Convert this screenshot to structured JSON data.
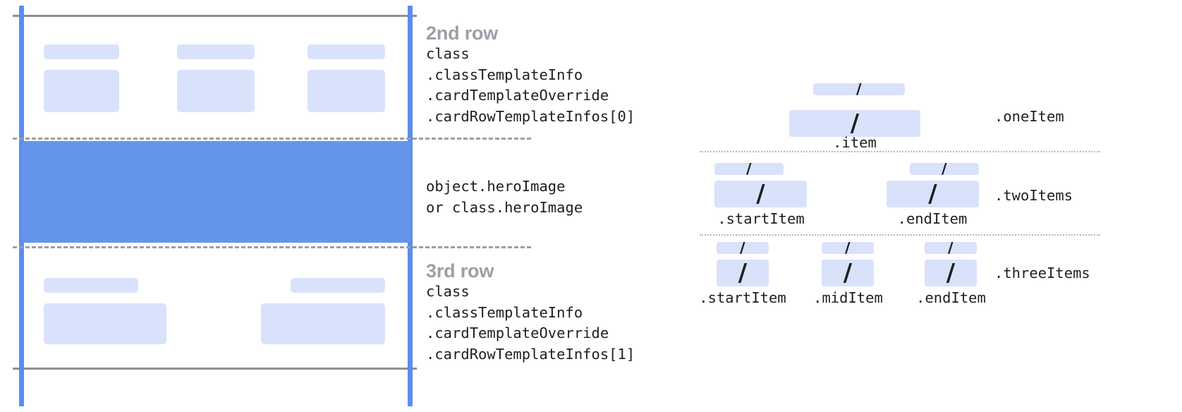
{
  "diagram": {
    "title": "Card row template and item layout diagram",
    "colors": {
      "rail_blue": "#5b8def",
      "hero_blue": "#6395ec",
      "placeholder_blue": "#d9e2fb",
      "line_gray": "#8a8f95",
      "dash_gray": "#9aa0a6",
      "dotted_gray": "#b5b9bd",
      "heading_gray": "#9aa0a6",
      "code_black": "#1f1f1f"
    }
  },
  "card_frame": {
    "rows": [
      {
        "id": "second-row",
        "heading": "2nd row",
        "code_lines": [
          "class",
          ".classTemplateInfo",
          ".cardTemplateOverride",
          ".cardRowTemplateInfos[0]"
        ],
        "placeholders": [
          {
            "label_bar": true,
            "body_box": true
          },
          {
            "label_bar": true,
            "body_box": true
          },
          {
            "label_bar": true,
            "body_box": true
          }
        ]
      },
      {
        "id": "hero-row",
        "heading": "",
        "code_lines": [
          "object.heroImage",
          "or class.heroImage"
        ]
      },
      {
        "id": "third-row",
        "heading": "3rd row",
        "code_lines": [
          "class",
          ".classTemplateInfo",
          ".cardTemplateOverride",
          ".cardRowTemplateInfos[1]"
        ],
        "placeholders": [
          {
            "label_bar": true,
            "body_box": true
          },
          {
            "label_bar": true,
            "body_box": true
          }
        ]
      }
    ]
  },
  "items_panel": {
    "groups": [
      {
        "id": "one-item",
        "label": ".oneItem",
        "slots": [
          {
            "sub_label": ".item",
            "slash": "/"
          }
        ]
      },
      {
        "id": "two-items",
        "label": ".twoItems",
        "slots": [
          {
            "sub_label": ".startItem",
            "slash": "/"
          },
          {
            "sub_label": ".endItem",
            "slash": "/"
          }
        ]
      },
      {
        "id": "three-items",
        "label": ".threeItems",
        "slots": [
          {
            "sub_label": ".startItem",
            "slash": "/"
          },
          {
            "sub_label": ".midItem",
            "slash": "/"
          },
          {
            "sub_label": ".endItem",
            "slash": "/"
          }
        ]
      }
    ]
  }
}
